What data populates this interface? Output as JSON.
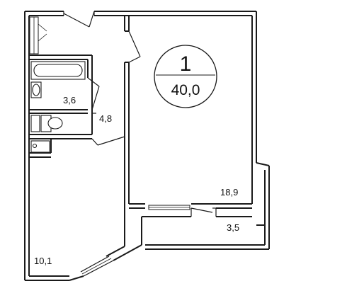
{
  "apartment": {
    "rooms": "1",
    "total_area": "40,0"
  },
  "areas": {
    "bathroom": "3,6",
    "corridor": "4,8",
    "kitchen": "10,1",
    "living_room": "18,9",
    "loggia": "3,5"
  }
}
